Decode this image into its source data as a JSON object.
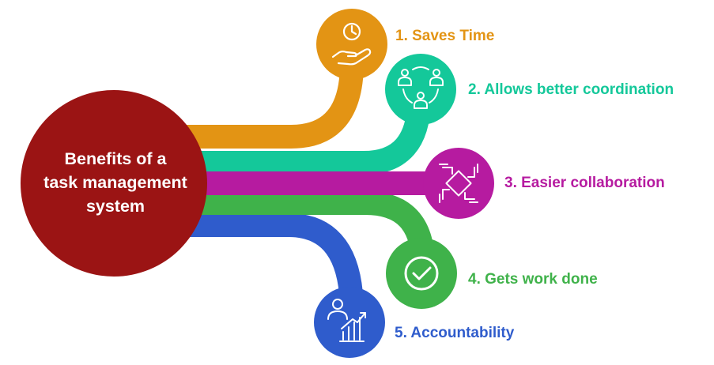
{
  "hub": {
    "lines": [
      "Benefits of a",
      "task management",
      "system"
    ],
    "color": "#9b1414"
  },
  "benefits": [
    {
      "label": "1. Saves Time",
      "color": "#e39414",
      "icon": "hand-clock-icon"
    },
    {
      "label": "2. Allows better coordination",
      "color": "#14c89a",
      "icon": "team-network-icon"
    },
    {
      "label": "3. Easier collaboration",
      "color": "#b61ba0",
      "icon": "handshake-icon"
    },
    {
      "label": "4. Gets work done",
      "color": "#3fb24a",
      "icon": "check-circle-icon"
    },
    {
      "label": "5. Accountability",
      "color": "#2f5ccc",
      "icon": "person-growth-chart-icon"
    }
  ]
}
